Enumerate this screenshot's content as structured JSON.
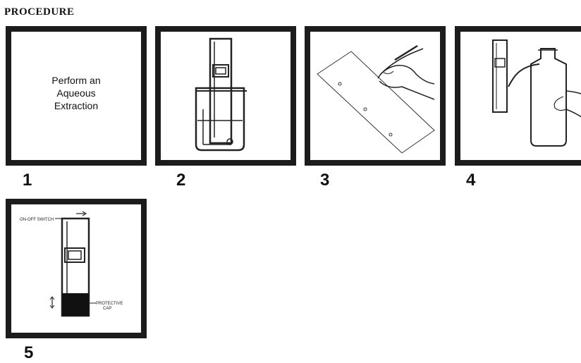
{
  "title": "PROCEDURE",
  "steps": [
    {
      "number": "1",
      "text_lines": [
        "Perform an",
        "Aqueous",
        "Extraction"
      ]
    },
    {
      "number": "2"
    },
    {
      "number": "3"
    },
    {
      "number": "4"
    },
    {
      "number": "5",
      "labels": {
        "switch": "ON-OFF SWITCH",
        "cap_line1": "PROTECTIVE",
        "cap_line2": "CAP"
      }
    }
  ]
}
